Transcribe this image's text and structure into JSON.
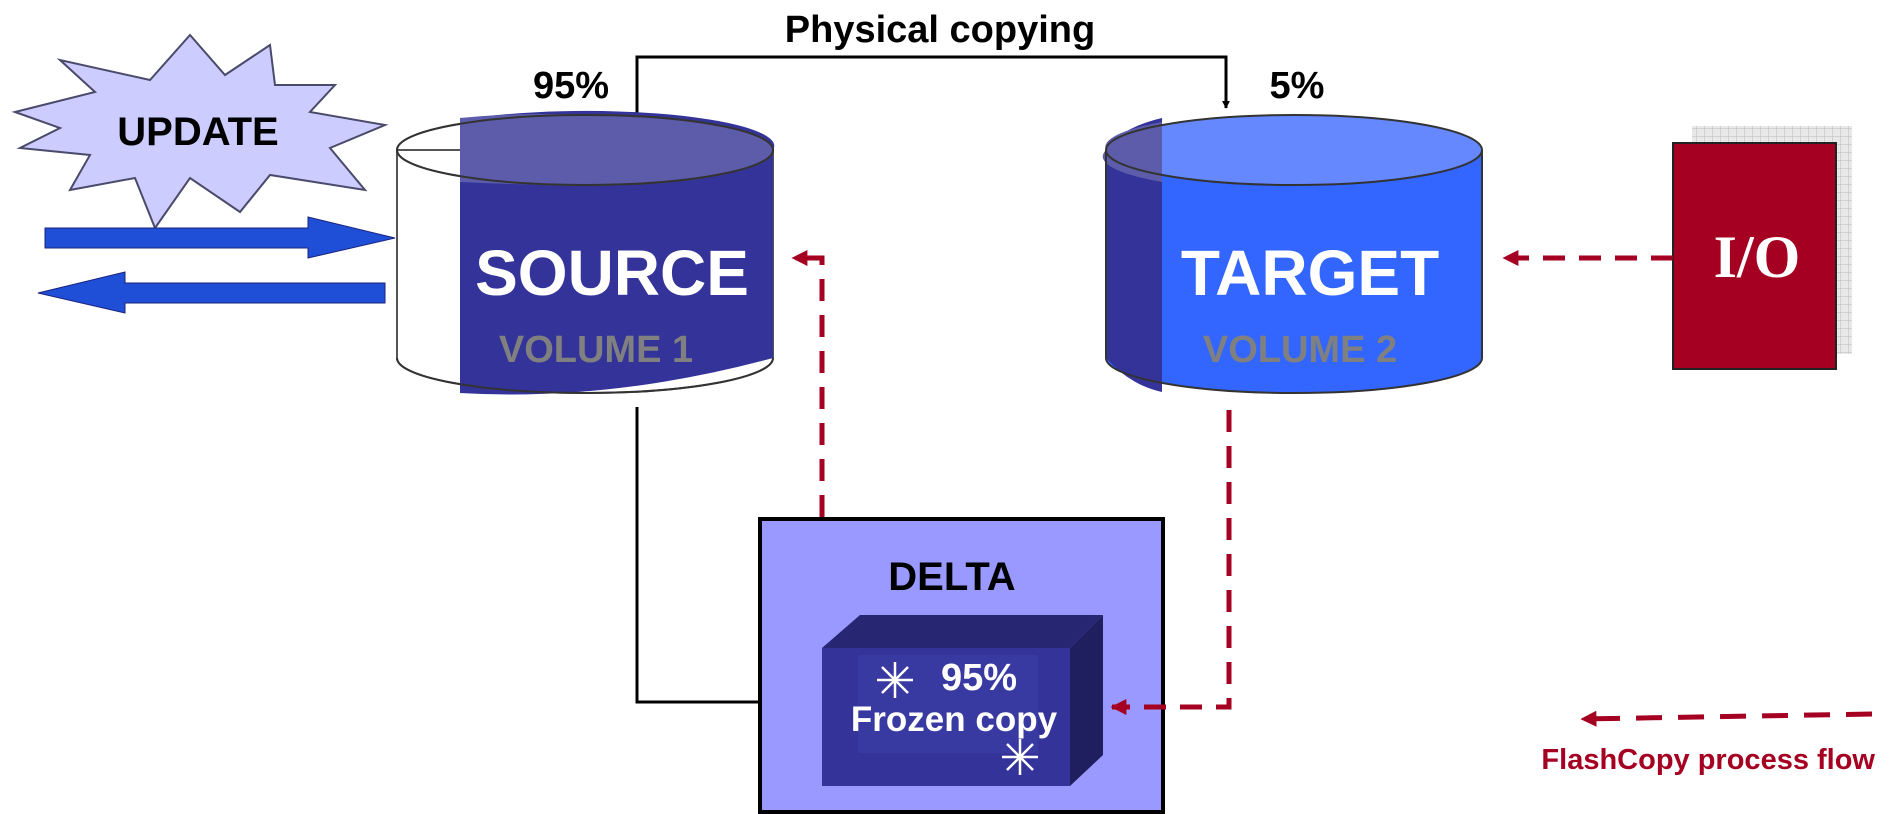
{
  "title": "Physical copying",
  "source": {
    "percent": "95%",
    "label": "SOURCE",
    "sublabel": "VOLUME 1"
  },
  "target": {
    "percent": "5%",
    "label": "TARGET",
    "sublabel": "VOLUME 2"
  },
  "update_label": "UPDATE",
  "io_label": "I/O",
  "delta": {
    "label": "DELTA",
    "percent": "95%",
    "frozen_label": "Frozen copy"
  },
  "legend": {
    "label": "FlashCopy process flow"
  },
  "colors": {
    "source_body": "#333399",
    "source_top": "#5c5caa",
    "target_body": "#3366ff",
    "target_top": "#6688ff",
    "update_burst": "#ccccff",
    "update_arrow": "#1f4fd6",
    "io_box": "#a50021",
    "delta_box": "#9999ff",
    "frozen_block": "#333399",
    "flow_dashed": "#a50021",
    "sublabel_gray": "#808080"
  },
  "icons": [
    "burst-shape",
    "cylinder-shape",
    "asterisk-icon"
  ]
}
